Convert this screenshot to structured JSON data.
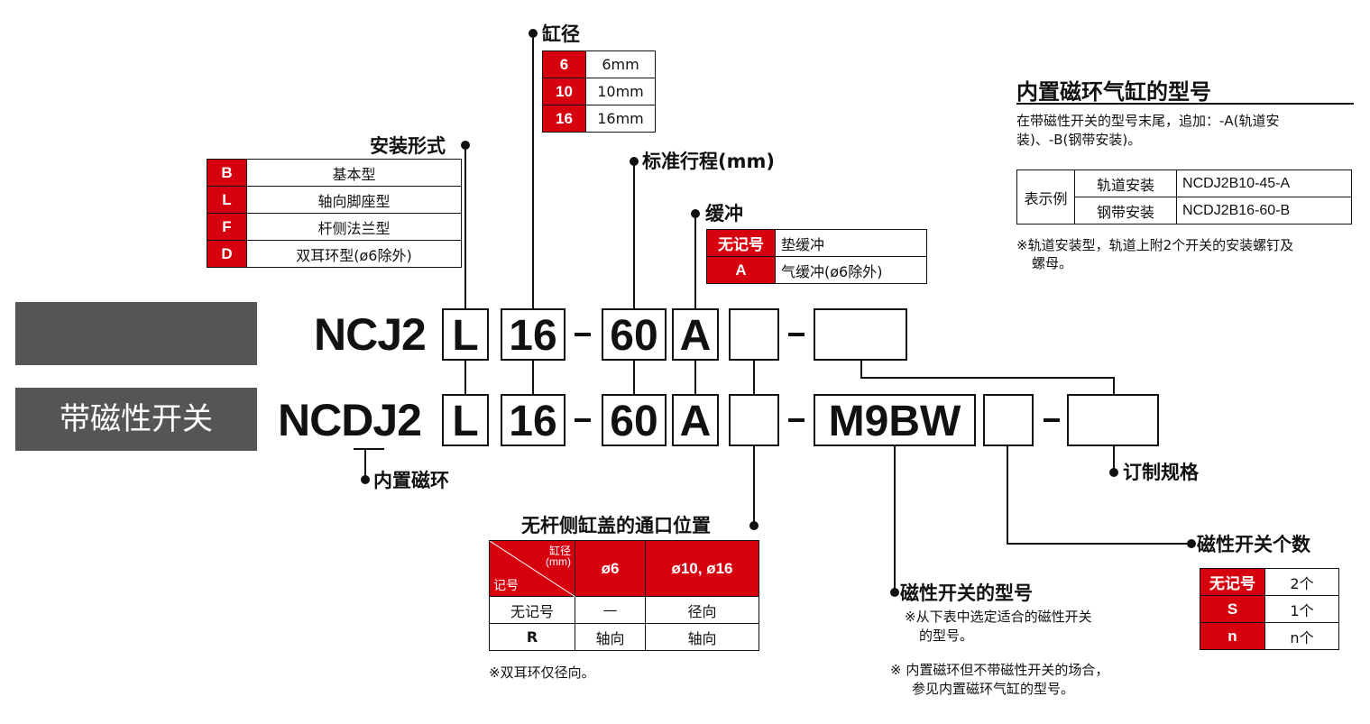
{
  "bore": {
    "label": "缸径",
    "rows": [
      [
        "6",
        "6mm"
      ],
      [
        "10",
        "10mm"
      ],
      [
        "16",
        "16mm"
      ]
    ]
  },
  "mount": {
    "label": "安装形式",
    "rows": [
      [
        "B",
        "基本型"
      ],
      [
        "L",
        "轴向脚座型"
      ],
      [
        "F",
        "杆侧法兰型"
      ],
      [
        "D",
        "双耳环型(ø6除外)"
      ]
    ]
  },
  "stroke": {
    "label": "标准行程(mm)"
  },
  "cushion": {
    "label": "缓冲",
    "rows": [
      [
        "无记号",
        "垫缓冲"
      ],
      [
        "A",
        "气缓冲(ø6除外)"
      ]
    ]
  },
  "builtin_info": {
    "title": "内置磁环气缸的型号",
    "desc1": "在带磁性开关的型号末尾，追加：-A(轨道安",
    "desc2": "装)、-B(钢带安装)。",
    "example_label": "表示例",
    "rows": [
      [
        "轨道安装",
        "NCDJ2B10-45-A"
      ],
      [
        "钢带安装",
        "NCDJ2B16-60-B"
      ]
    ],
    "note1": "※轨道安装型，轨道上附2个开关的安装螺钉及",
    "note2": "螺母。"
  },
  "row1": {
    "prefix": "NCJ2",
    "mount": "L",
    "bore": "16",
    "stroke": "60",
    "cushion": "A"
  },
  "row2": {
    "side_label": "带磁性开关",
    "prefix": "NCDJ2",
    "mount": "L",
    "bore": "16",
    "stroke": "60",
    "cushion": "A",
    "switch": "M9BW"
  },
  "labels": {
    "magnet": "内置磁环",
    "custom": "订制规格",
    "switch_model": "磁性开关的型号",
    "switch_note1": "※从下表中选定适合的磁性开关",
    "switch_note2": "的型号。",
    "switch_note3": "※ 内置磁环但不带磁性开关的场合，",
    "switch_note4": "参见内置磁环气缸的型号。"
  },
  "port": {
    "label": "无杆侧缸盖的通口位置",
    "header_bore": "缸径",
    "header_unit": "(mm)",
    "header_code": "记号",
    "col1": "ø6",
    "col2": "ø10, ø16",
    "rows": [
      [
        "无记号",
        "—",
        "径向"
      ],
      [
        "R",
        "轴向",
        "轴向"
      ]
    ],
    "note": "※双耳环仅径向。"
  },
  "count": {
    "label": "磁性开关个数",
    "rows": [
      [
        "无记号",
        "2个"
      ],
      [
        "S",
        "1个"
      ],
      [
        "n",
        "n个"
      ]
    ]
  },
  "colors": {
    "red": "#d7000f",
    "gray": "#555555"
  }
}
